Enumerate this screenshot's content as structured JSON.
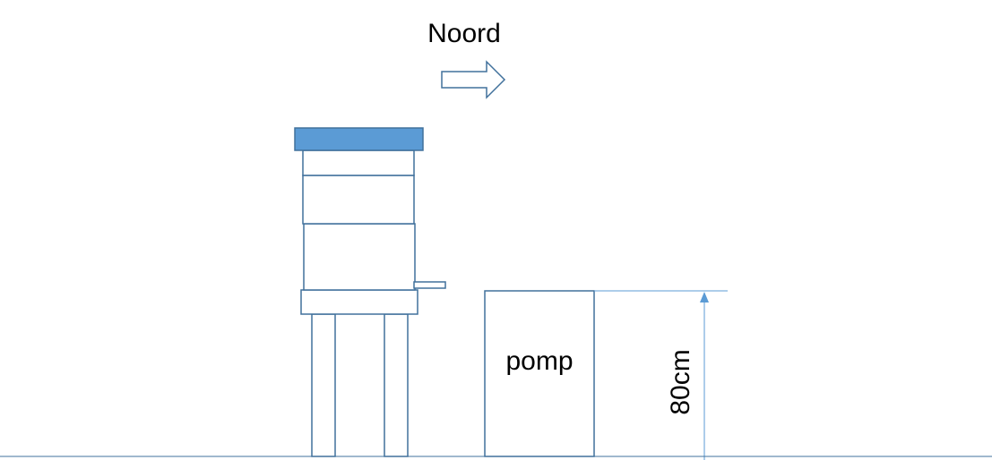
{
  "labels": {
    "north": "Noord",
    "pump": "pomp",
    "height": "80cm"
  },
  "colors": {
    "outline": "#41719c",
    "lid_fill": "#5b9bd5",
    "dimension_line": "#5b9bd5",
    "background": "#ffffff"
  },
  "icons": {
    "north_arrow": "hollow-right-arrow-icon",
    "dimension_arrow": "arrowhead-up-icon"
  }
}
